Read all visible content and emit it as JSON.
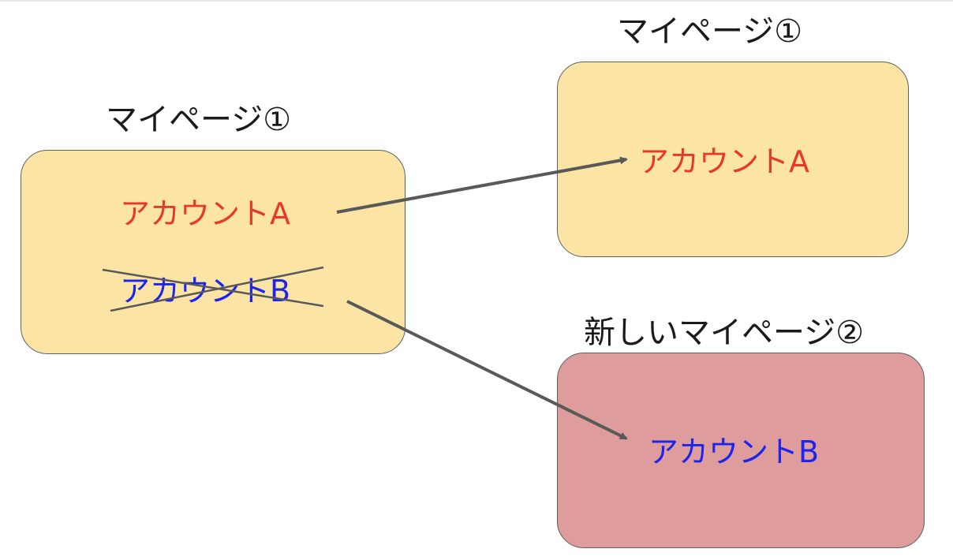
{
  "colors": {
    "box_yellow": "#fce5a4",
    "box_red": "#df9c9c",
    "account_a": "#e8382c",
    "account_b": "#1c24ee",
    "arrow": "#595959",
    "strike": "#595959"
  },
  "left_page": {
    "title": "マイページ①",
    "account_a": "アカウントA",
    "account_b": "アカウントB"
  },
  "right_top_page": {
    "title": "マイページ①",
    "account": "アカウントA"
  },
  "right_bottom_page": {
    "title": "新しいマイページ②",
    "account": "アカウントB"
  }
}
